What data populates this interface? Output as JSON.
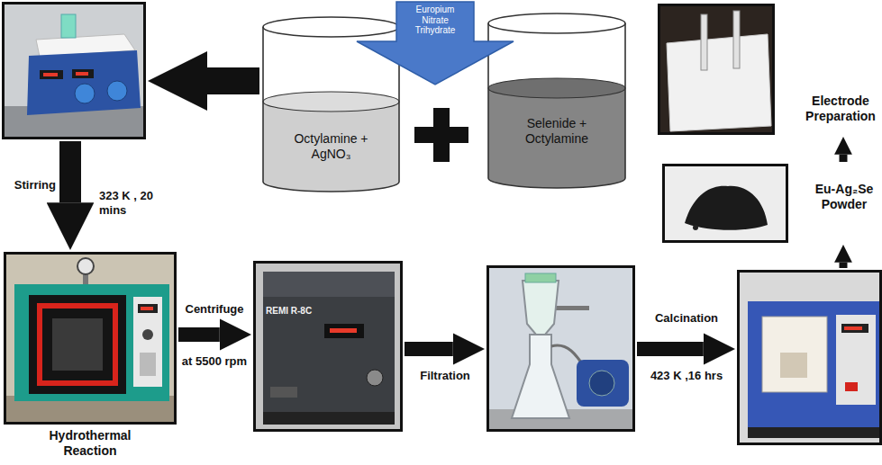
{
  "diagram": {
    "nodes": [
      {
        "text": []
      },
      {
        "text": [
          "Octylamine + AgNO₃"
        ]
      },
      {
        "text": [
          "Europium Nitrate Trihydrate"
        ]
      },
      {
        "text": [
          "Selenide + Octylamine"
        ]
      },
      {
        "text": [
          "Electrode Preparation"
        ]
      },
      {
        "text": [
          "Eu-Ag₂Se Powder"
        ]
      },
      {
        "text": [
          "Hydrothermal Reaction"
        ]
      },
      {
        "text": [
          "REMI R-8C"
        ]
      },
      {
        "text": []
      },
      {
        "text": []
      }
    ],
    "edges": [
      {
        "from": 1,
        "to": 0,
        "arrow": "to"
      },
      {
        "from": 0,
        "to": 6,
        "label": "Stirring",
        "arrow": "to"
      },
      {
        "from": 6,
        "to": 7,
        "label": "Centrifuge",
        "arrow": "to"
      },
      {
        "from": 7,
        "to": 8,
        "label": "Filtration",
        "arrow": "to"
      },
      {
        "from": 8,
        "to": 9,
        "label": "Calcination",
        "arrow": "to"
      },
      {
        "from": 9,
        "to": 5,
        "arrow": "to"
      },
      {
        "from": 5,
        "to": 4,
        "arrow": "to"
      }
    ],
    "labels": [
      "323 K , 20 mins",
      "at 5500 rpm",
      "423 K ,16 hrs"
    ]
  }
}
